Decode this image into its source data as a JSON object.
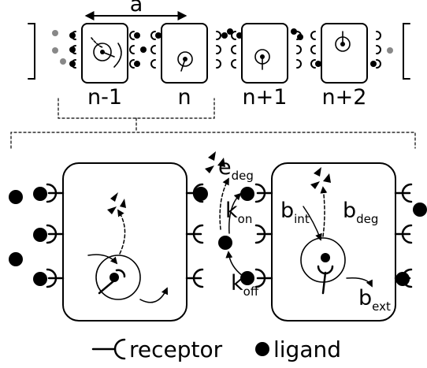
{
  "top_row": {
    "spacing_label": "a",
    "cell_labels": [
      "n-1",
      "n",
      "n+1",
      "n+2"
    ]
  },
  "rates": {
    "e": {
      "main": "e",
      "sub": "deg"
    },
    "k_on": {
      "main": "k",
      "sub": "on"
    },
    "k_off": {
      "main": "k",
      "sub": "off"
    },
    "b_int": {
      "main": "b",
      "sub": "int"
    },
    "b_deg": {
      "main": "b",
      "sub": "deg"
    },
    "b_ext": {
      "main": "b",
      "sub": "ext"
    }
  },
  "legend": {
    "receptor": "receptor",
    "ligand": "ligand"
  },
  "colors": {
    "ink": "#000000",
    "faded": "#888888"
  }
}
